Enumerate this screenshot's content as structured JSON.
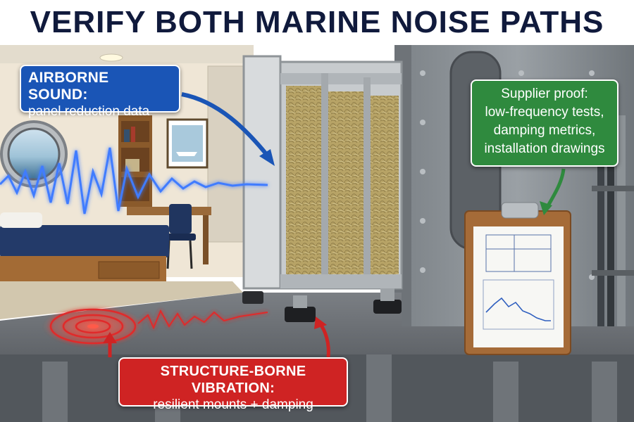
{
  "title": "VERIFY BOTH MARINE NOISE PATHS",
  "airborne": {
    "heading": "AIRBORNE SOUND:",
    "detail": "panel reduction data"
  },
  "supplier": {
    "lines": [
      "Supplier proof:",
      "low-frequency tests,",
      "damping metrics,",
      "installation drawings"
    ]
  },
  "structure": {
    "heading": "STRUCTURE-BORNE VIBRATION:",
    "detail": "resilient mounts + damping"
  },
  "colors": {
    "title_text": "#101a3c",
    "airborne_callout": "#1a55b6",
    "supplier_callout": "#2f8a3e",
    "structure_callout": "#cf2323",
    "sound_wave": "#3f7bff",
    "vibration_rings": "#e02a2a",
    "insulation": "#b8a468",
    "steel": "#8a9095"
  },
  "icons": [
    "porthole-window",
    "bed",
    "chair",
    "picture-frame",
    "clipboard",
    "rubber-mount",
    "sound-wave",
    "vibration-rings",
    "pipes"
  ]
}
